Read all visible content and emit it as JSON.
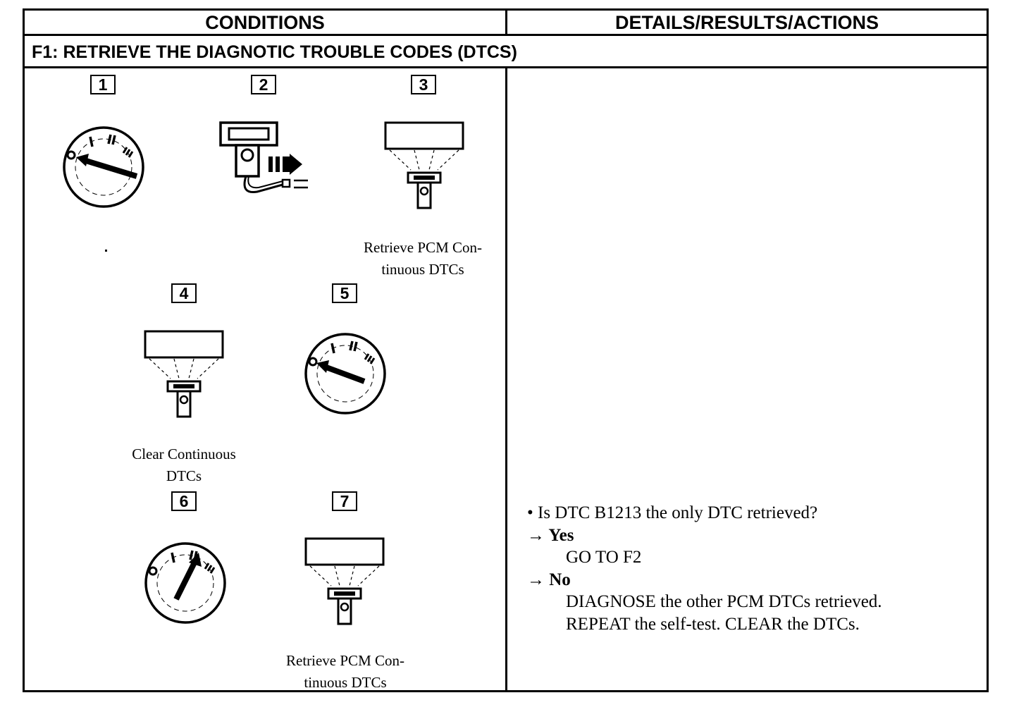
{
  "header": {
    "conditions": "CONDITIONS",
    "details": "DETAILS/RESULTS/ACTIONS"
  },
  "title": "F1: RETRIEVE THE DIAGNOTIC TROUBLE CODES (DTCS)",
  "steps": [
    {
      "number": "1",
      "icon": "ignition-key-icon"
    },
    {
      "number": "2",
      "icon": "scan-tool-connect-icon"
    },
    {
      "number": "3",
      "icon": "scan-tool-display-icon",
      "caption": [
        "Retrieve PCM Con-",
        "tinuous DTCs"
      ]
    },
    {
      "number": "4",
      "icon": "scan-tool-display-icon",
      "caption": [
        "Clear Continuous",
        "DTCs"
      ]
    },
    {
      "number": "5",
      "icon": "ignition-key-icon"
    },
    {
      "number": "6",
      "icon": "ignition-key-icon"
    },
    {
      "number": "7",
      "icon": "scan-tool-display-icon",
      "caption": [
        "Retrieve PCM Con-",
        "tinuous DTCs"
      ]
    }
  ],
  "details": {
    "question": "• Is DTC B1213 the only DTC retrieved?",
    "yes_label": "→ Yes",
    "yes_action": "GO TO F2",
    "no_label": "→ No",
    "no_action_1": "DIAGNOSE the other PCM DTCs retrieved.",
    "no_action_2": "REPEAT the self-test. CLEAR the DTCs."
  }
}
